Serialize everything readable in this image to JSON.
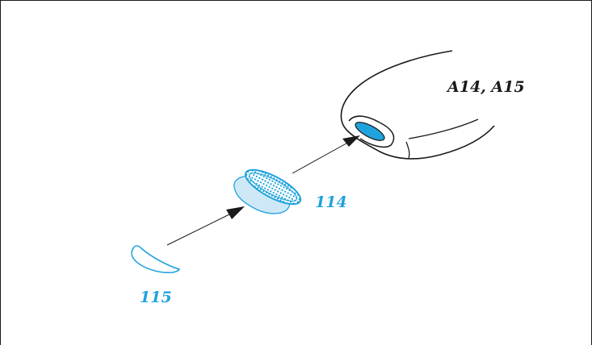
{
  "labels": {
    "device": "A14, A15",
    "mesh_filter": "114",
    "cap": "115"
  },
  "colors": {
    "accent_blue": "#1fa3dc",
    "light_blue_fill": "#cfe8f7",
    "line": "#1a1a1a"
  }
}
